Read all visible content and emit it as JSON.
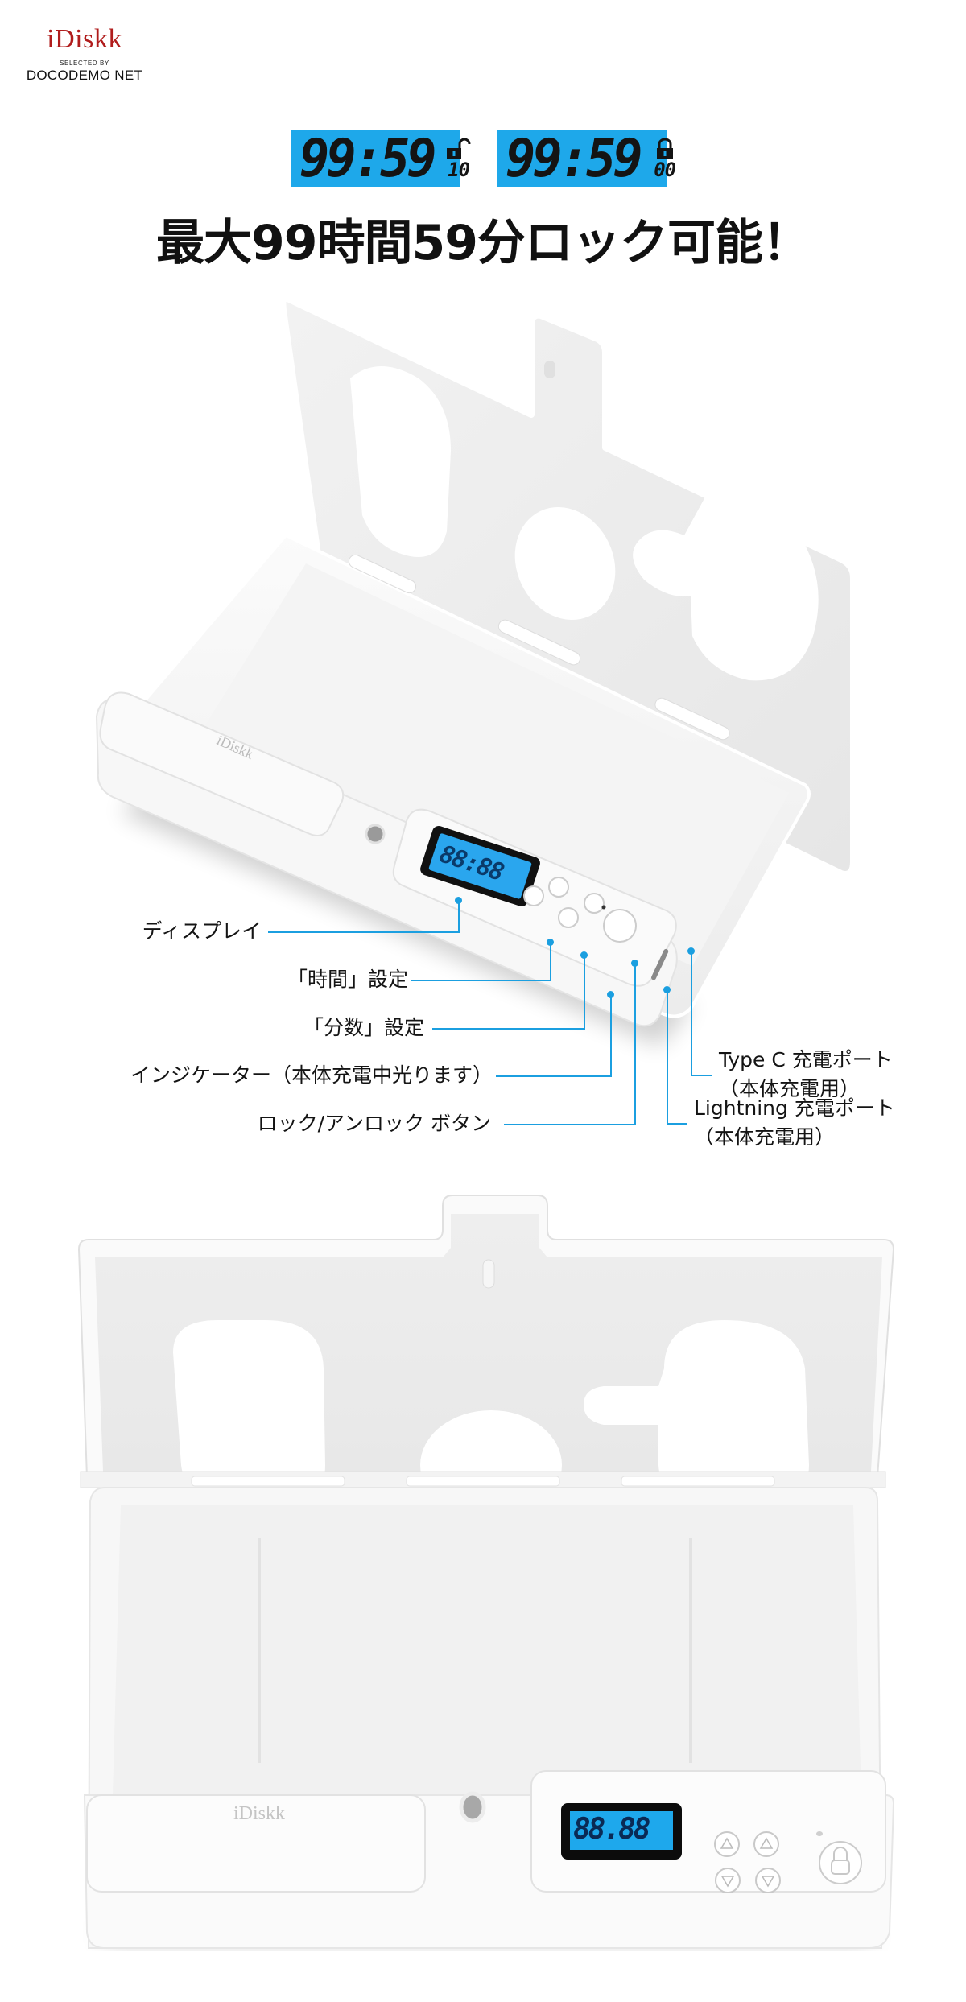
{
  "logo": {
    "brand": "iDiskk",
    "selected_by": "SELECTED BY",
    "store": "DOCODEMO NET",
    "brand_color": "#b01c1c"
  },
  "lcd_examples": [
    {
      "time": "99:59",
      "lock_state": "unlocked",
      "lock_icon": "unlock-icon",
      "sub_digits": "10"
    },
    {
      "time": "99:59",
      "lock_state": "locked",
      "lock_icon": "lock-icon",
      "sub_digits": "00"
    }
  ],
  "lcd_color": "#1ea8ea",
  "headline": "最大99時間59分ロック可能！",
  "device_top": {
    "engraving": "iDiskk",
    "display_text": "88:88",
    "callouts": [
      {
        "id": "display",
        "text": "ディスプレイ"
      },
      {
        "id": "hour",
        "text": "「時間」設定"
      },
      {
        "id": "minute",
        "text": "「分数」設定"
      },
      {
        "id": "indicator",
        "text": "インジケーター（本体充電中光ります）"
      },
      {
        "id": "lock",
        "text": "ロック/アンロック ボタン"
      },
      {
        "id": "typec",
        "text": "Type C 充電ポート",
        "sub": "（本体充電用）"
      },
      {
        "id": "lightning",
        "text": "Lightning 充電ポート",
        "sub": "（本体充電用）"
      }
    ],
    "callout_color": "#1b9fe0"
  },
  "device_bottom": {
    "engraving": "iDiskk",
    "display_text": "88.88"
  }
}
